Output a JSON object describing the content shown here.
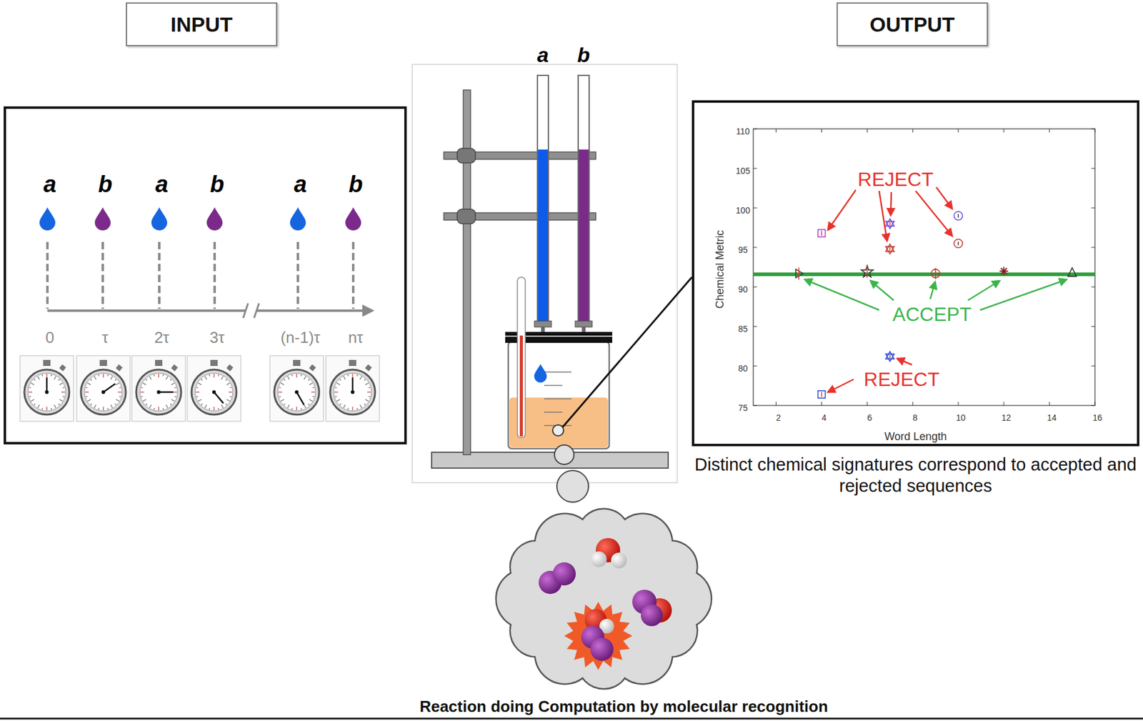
{
  "diagram": {
    "caption": "Reaction doing Computation by molecular recognition",
    "nodes": [
      {
        "text": [
          "INPUT"
        ]
      },
      {
        "text": [
          "OUTPUT"
        ]
      },
      {
        "text": [
          "a",
          "b",
          "a",
          "b",
          "a",
          "b",
          "0",
          "τ",
          "2τ",
          "3τ",
          "(n-1)τ",
          "nτ"
        ]
      },
      {
        "text": [
          "Chemical Metric",
          "Word Length",
          "REJECT",
          "ACCEPT",
          "REJECT",
          "110",
          "105",
          "100",
          "95",
          "90",
          "85",
          "80",
          "75",
          "2",
          "4",
          "6",
          "8",
          "10",
          "12",
          "14",
          "16"
        ]
      }
    ],
    "labels": [
      "a",
      "b",
      "Distinct chemical signatures correspond to accepted and rejected sequences"
    ]
  }
}
